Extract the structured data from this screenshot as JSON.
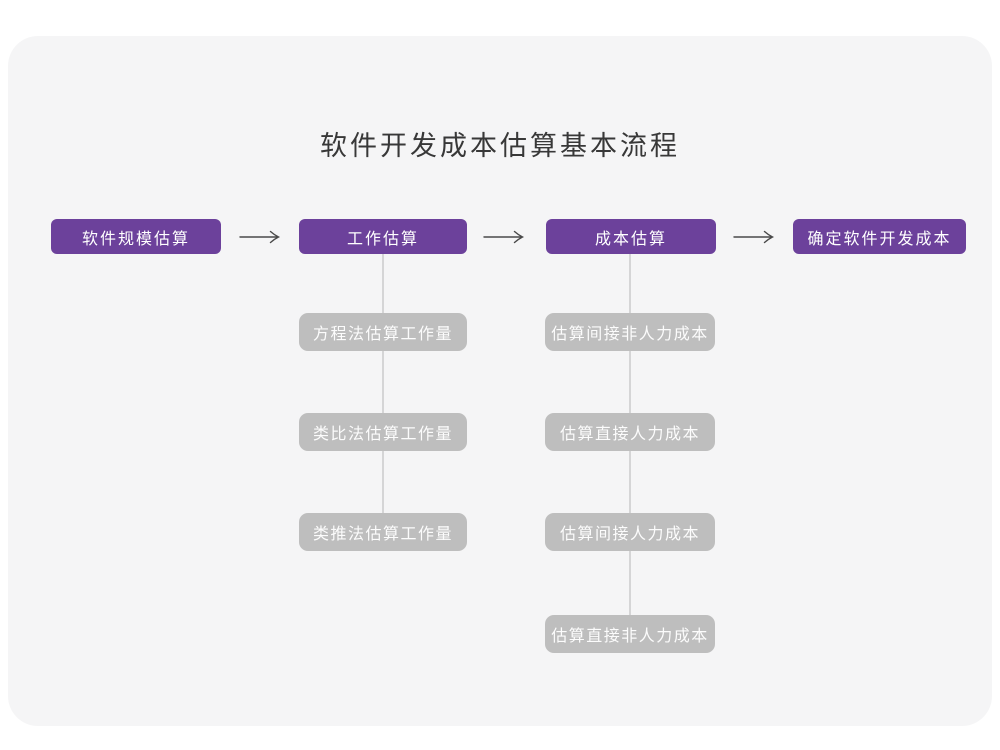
{
  "title": "软件开发成本估算基本流程",
  "colors": {
    "purple": "#6c419b",
    "gray_box": "#bebebe",
    "card_bg": "#f5f5f6",
    "connector": "#d5d5d6",
    "arrow": "#4a4a4a"
  },
  "flow": {
    "main_steps": [
      "软件规模估算",
      "工作估算",
      "成本估算",
      "确定软件开发成本"
    ],
    "work_estimation_methods": [
      "方程法估算工作量",
      "类比法估算工作量",
      "类推法估算工作量"
    ],
    "cost_estimation_steps": [
      "估算间接非人力成本",
      "估算直接人力成本",
      "估算间接人力成本",
      "估算直接非人力成本"
    ]
  }
}
